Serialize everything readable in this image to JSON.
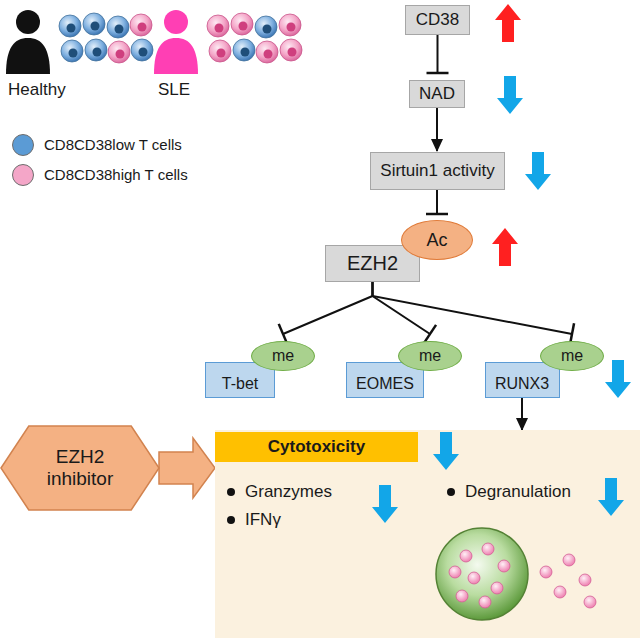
{
  "diagram": {
    "nodes": [
      {
        "text": [
          "CD38"
        ]
      },
      {
        "text": [
          "NAD"
        ]
      },
      {
        "text": [
          "Sirtuin1 activity"
        ]
      },
      {
        "text": [
          "EZH2"
        ]
      },
      {
        "text": [
          "Ac"
        ]
      },
      {
        "text": [
          "me"
        ]
      },
      {
        "text": [
          "me"
        ]
      },
      {
        "text": [
          "me"
        ]
      },
      {
        "text": [
          "T-bet"
        ]
      },
      {
        "text": [
          "EOMES"
        ]
      },
      {
        "text": [
          "RUNX3"
        ]
      },
      {
        "text": [
          "EZH2 inhibitor"
        ]
      },
      {
        "text": [
          "Granzymes",
          "IFNγ",
          "Degranulation"
        ]
      },
      {
        "text": [
          "Cytotoxicity"
        ],
        "in": 12
      }
    ],
    "edges": [
      {
        "from": 0,
        "to": 1,
        "arrow": "to"
      },
      {
        "from": 1,
        "to": 2,
        "arrow": "to"
      },
      {
        "from": 2,
        "to": 4,
        "arrow": "to"
      },
      {
        "from": 3,
        "to": 5,
        "arrow": "to"
      },
      {
        "from": 3,
        "to": 6,
        "arrow": "to"
      },
      {
        "from": 3,
        "to": 7,
        "arrow": "to"
      },
      {
        "from": 10,
        "to": 12,
        "arrow": "to"
      },
      {
        "from": 11,
        "to": 12,
        "arrow": "to"
      }
    ],
    "labels": [
      "Healthy",
      "SLE"
    ],
    "legend": [
      {
        "text": "CD8CD38low T cells",
        "color": "#5b9bd5"
      },
      {
        "text": "CD8CD38high T cells",
        "color": "#f4a6c8"
      }
    ]
  }
}
